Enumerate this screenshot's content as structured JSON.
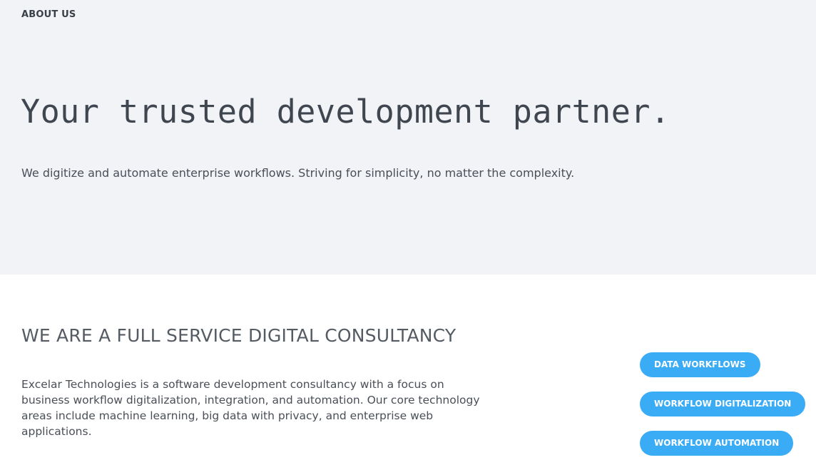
{
  "hero": {
    "eyebrow": "ABOUT US",
    "headline": "Your trusted development partner.",
    "tagline": "We digitize and automate enterprise workflows. Striving for simplicity, no matter the complexity.",
    "background": "#f2f3f7"
  },
  "services": {
    "title": "WE ARE A FULL SERVICE DIGITAL CONSULTANCY",
    "description": "Excelar Technologies is a software development consultancy with a  focus on business workflow digitalization, integration, and automation. Our core technology areas include machine learning, big data with privacy, and enterprise web applications.",
    "tags": [
      {
        "label": "DATA WORKFLOWS"
      },
      {
        "label": "WORKFLOW DIGITALIZATION"
      },
      {
        "label": "WORKFLOW AUTOMATION"
      }
    ],
    "tag_color": "#3aabf5"
  }
}
